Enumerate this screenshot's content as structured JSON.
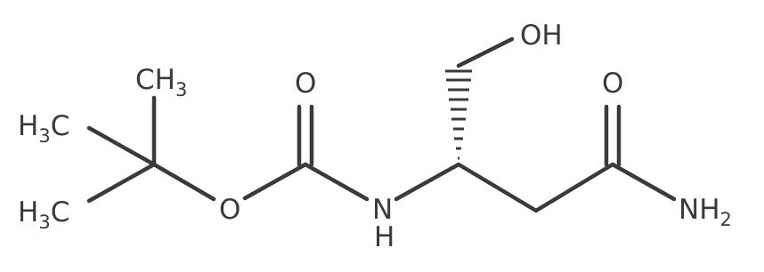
{
  "molecule": {
    "atoms": {
      "ch3_top": {
        "main": "CH",
        "sub": "3"
      },
      "ch3_mid": {
        "main": "H",
        "sub": "3",
        "tail": "C"
      },
      "ch3_bot": {
        "main": "H",
        "sub": "3",
        "tail": "C"
      },
      "o_carbonyl": "O",
      "o_ester": "O",
      "nh": {
        "n": "N",
        "h": "H"
      },
      "oh": "OH",
      "o_amide": "O",
      "nh2": {
        "main": "NH",
        "sub": "2"
      }
    }
  }
}
